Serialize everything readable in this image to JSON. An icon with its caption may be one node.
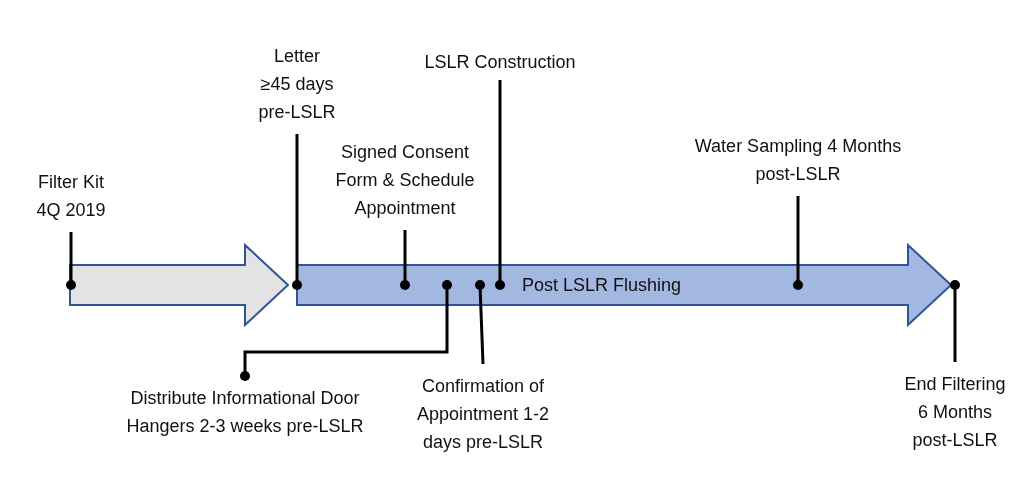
{
  "diagram": {
    "nodes": [
      {
        "text": [],
        "shape": "arrow"
      },
      {
        "text": [
          "Post LSLR Flushing"
        ]
      },
      {
        "text": [
          "Filter Kit 4Q 2019"
        ]
      },
      {
        "text": [
          "Letter ≥45 days pre-LSLR"
        ]
      },
      {
        "text": [
          "Signed Consent Form & Schedule Appointment"
        ]
      },
      {
        "text": [
          "LSLR Construction"
        ]
      },
      {
        "text": [
          "Water Sampling 4 Months post-LSLR"
        ]
      },
      {
        "text": [
          "Distribute Informational Door Hangers 2-3 weeks pre-LSLR"
        ]
      },
      {
        "text": [
          "Confirmation of Appointment 1-2 days pre-LSLR"
        ]
      },
      {
        "text": [
          "End Filtering 6 Months post-LSLR"
        ]
      }
    ],
    "edges": [
      {
        "from": 2,
        "to": 0,
        "arrow": "other"
      },
      {
        "from": 3,
        "to": 1,
        "arrow": "other"
      },
      {
        "from": 4,
        "to": 1,
        "arrow": "other"
      },
      {
        "from": 5,
        "to": 1,
        "arrow": "other"
      },
      {
        "from": 6,
        "to": 1,
        "arrow": "other"
      },
      {
        "from": 7,
        "to": 1,
        "arrow": "other"
      },
      {
        "from": 8,
        "to": 1,
        "arrow": "other"
      },
      {
        "from": 9,
        "to": 1,
        "arrow": "other"
      }
    ]
  }
}
